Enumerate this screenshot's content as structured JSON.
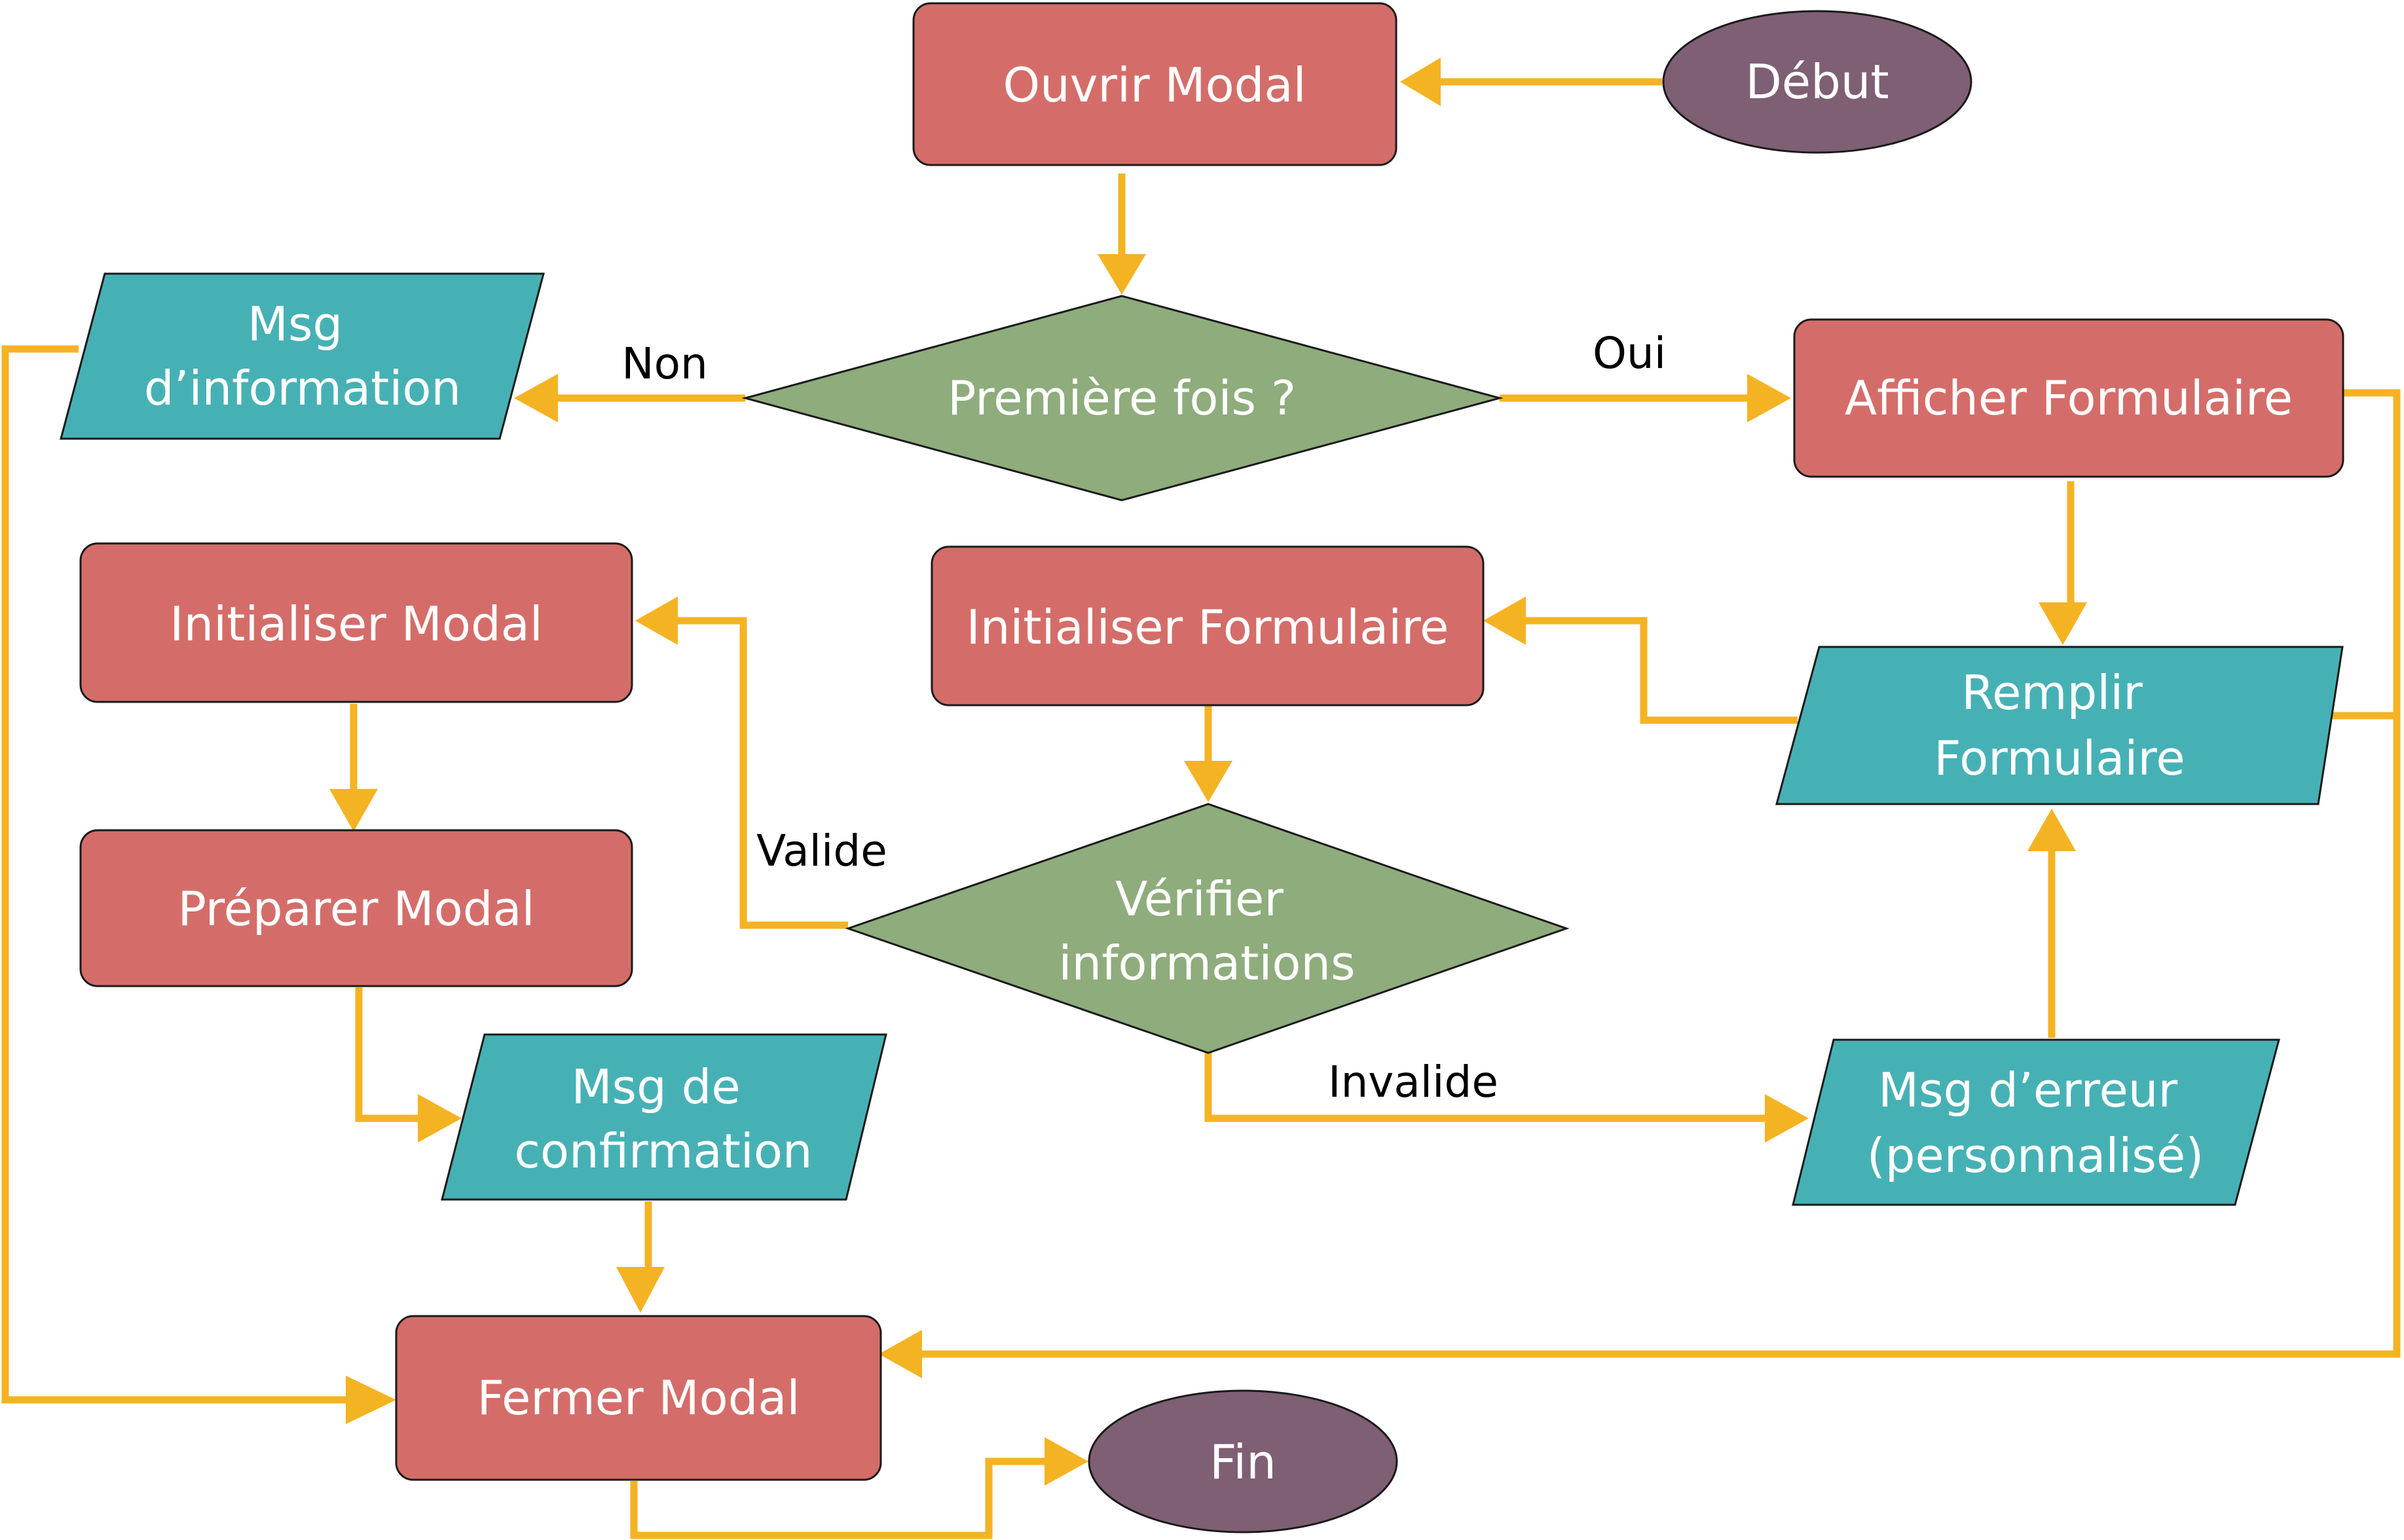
{
  "colors": {
    "process": "#d46d69",
    "decision": "#8eac7c",
    "io": "#46b1b4",
    "terminal": "#7e5f73",
    "arrow": "#f4b323"
  },
  "nodes": {
    "debut": "Début",
    "ouvrir_modal": "Ouvrir Modal",
    "premiere_fois": "Première fois ?",
    "msg_information": [
      "Msg",
      "d’information"
    ],
    "afficher_formulaire": "Afficher Formulaire",
    "initialiser_modal": "Initialiser Modal",
    "initialiser_formulaire": "Initialiser Formulaire",
    "remplir_formulaire": [
      "Remplir",
      "Formulaire"
    ],
    "verifier_informations": [
      "Vérifier",
      "informations"
    ],
    "preparer_modal": "Préparer Modal",
    "msg_confirmation": [
      "Msg de",
      "confirmation"
    ],
    "msg_erreur": [
      "Msg d’erreur",
      "(personnalisé)"
    ],
    "fermer_modal": "Fermer Modal",
    "fin": "Fin"
  },
  "edges": {
    "non": "Non",
    "oui": "Oui",
    "valide": "Valide",
    "invalide": "Invalide"
  }
}
